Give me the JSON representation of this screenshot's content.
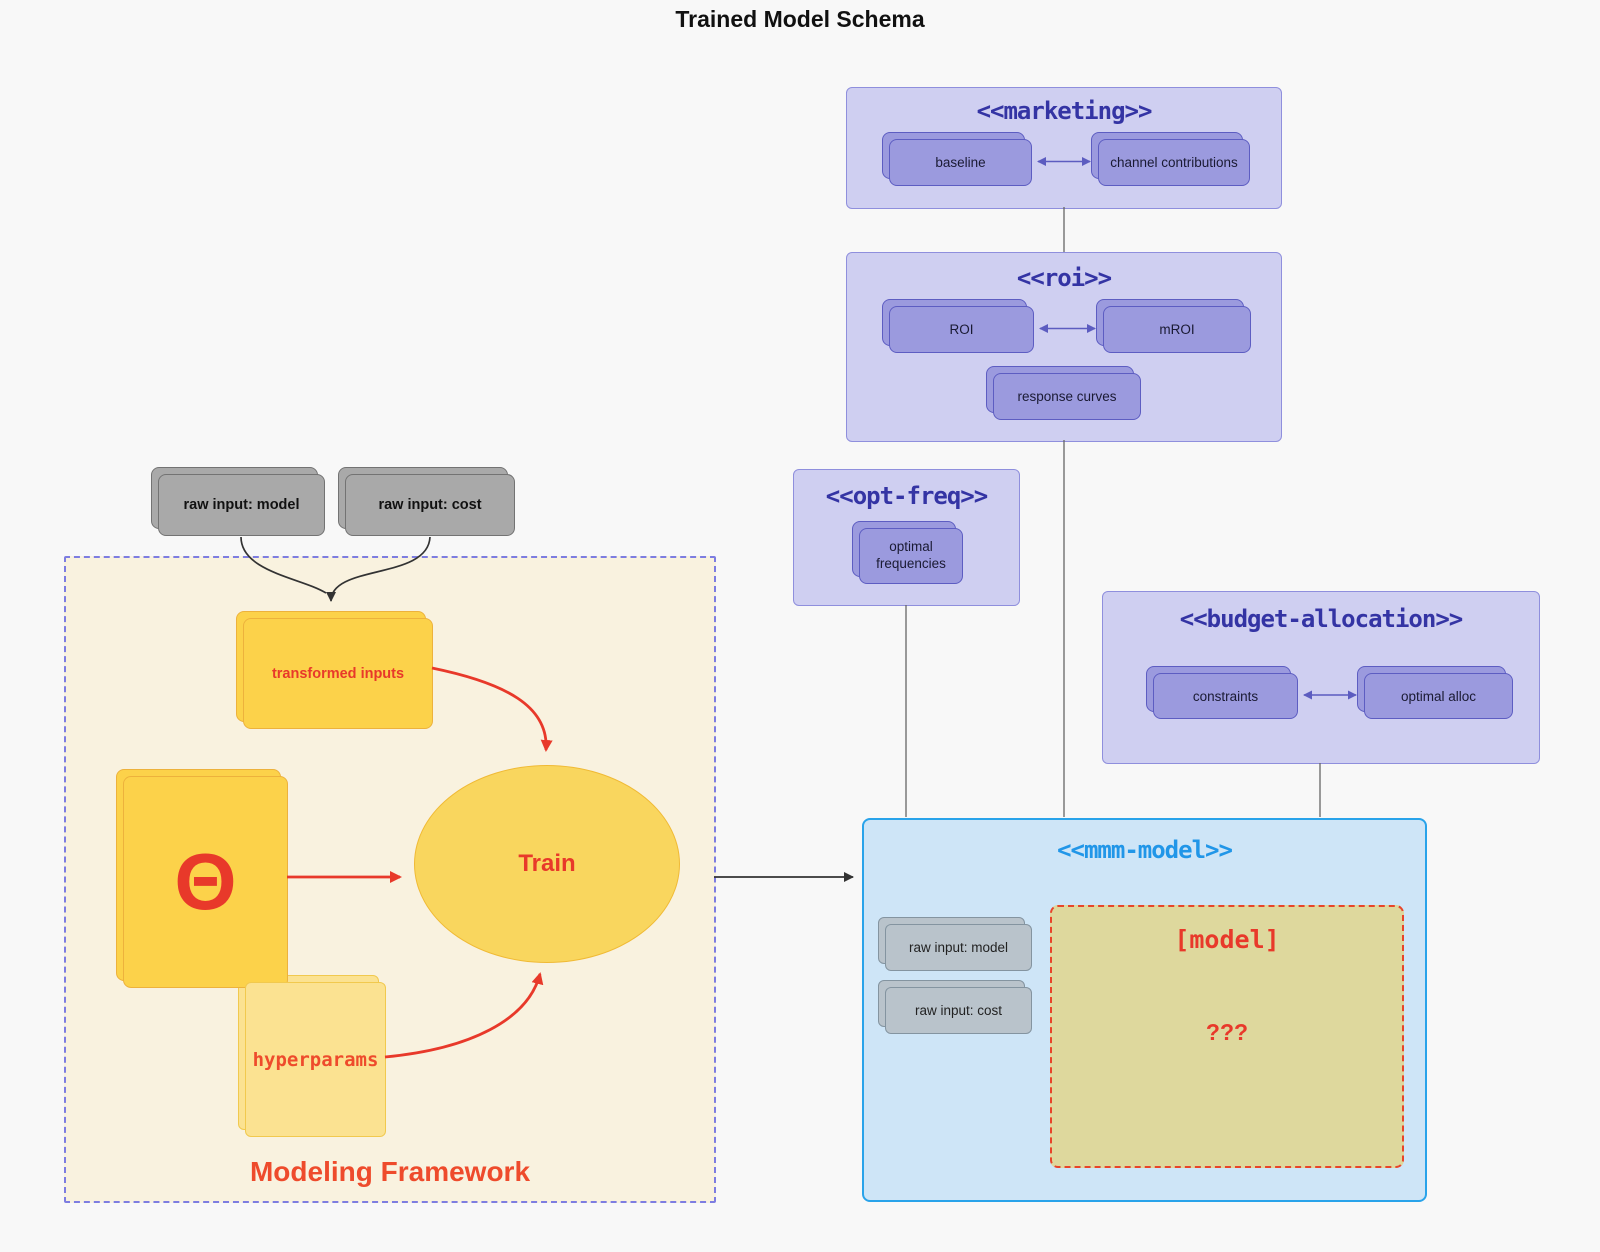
{
  "title": "Trained Model Schema",
  "marketing": {
    "label": "<<marketing>>",
    "baseline": "baseline",
    "channel": "channel contributions"
  },
  "roi": {
    "label": "<<roi>>",
    "roi": "ROI",
    "mroi": "mROI",
    "response": "response curves"
  },
  "optfreq": {
    "label": "<<opt-freq>>",
    "optimal": "optimal frequencies"
  },
  "budget": {
    "label": "<<budget-allocation>>",
    "constraints": "constraints",
    "alloc": "optimal alloc"
  },
  "mmm": {
    "label": "<<mmm-model>>",
    "raw_model": "raw input: model",
    "raw_cost": "raw input: cost",
    "model": "[model]",
    "unknown": "???"
  },
  "framework": {
    "label": "Modeling Framework",
    "raw_model": "raw input: model",
    "raw_cost": "raw input: cost",
    "transformed": "transformed inputs",
    "theta": "Θ",
    "train": "Train",
    "hyperparams": "hyperparams"
  },
  "colors": {
    "purple_title": "#3434a4",
    "purple_node": "#9b9ade",
    "blue_title": "#2196e8",
    "red_accent": "#e8392a",
    "yellow_node": "#fcd24a",
    "khaki_model": "#ded89d",
    "cream_framework": "#f9f2df"
  }
}
